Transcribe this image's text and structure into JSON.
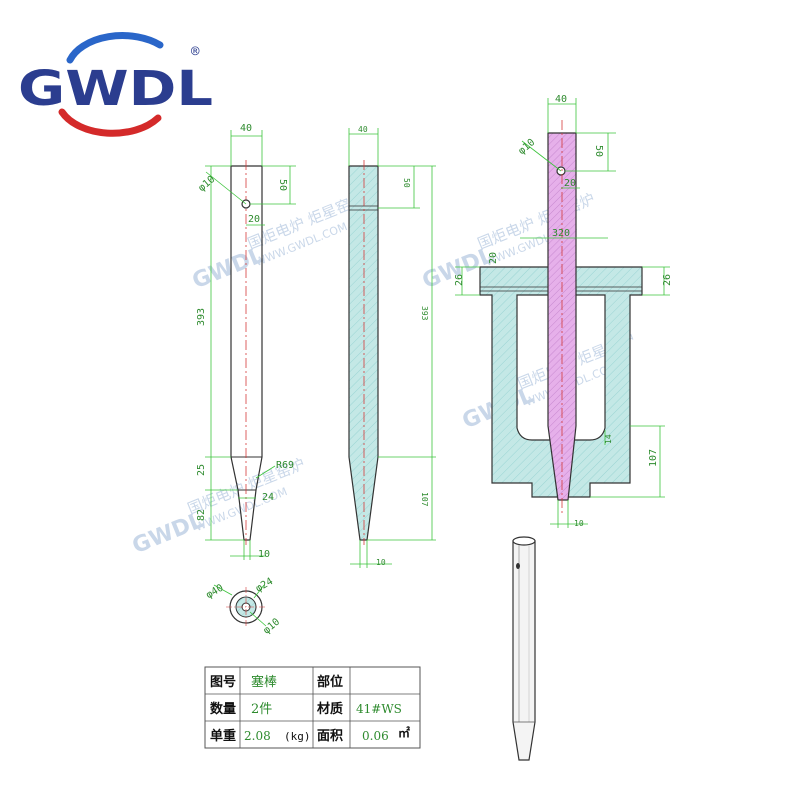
{
  "logo": {
    "text": "GWDL",
    "registered": "®",
    "colors": {
      "brand_blue": "#2b3d8f",
      "arc_red": "#d42a2a",
      "arc_blue": "#2a66c9"
    }
  },
  "watermark": {
    "company": "国炬电炉 炬星窑炉",
    "url": "WWW.GWDL.COM",
    "logo_text": "GWDL"
  },
  "dimensions_view1": {
    "width_top": "40",
    "hole_dia": "φ10",
    "hole_offset": "50",
    "hole_depth": "20",
    "length_main": "393",
    "taper_len": "25",
    "radius": "R69",
    "tip_len": "82",
    "mid_dia": "24",
    "tip_width": "10"
  },
  "dimensions_view2": {
    "width_top": "40",
    "hole_offset": "50",
    "length_main": "393",
    "tip_len": "107",
    "tip_width": "10"
  },
  "dimensions_view3": {
    "width_top": "40",
    "hole_dia": "φ10",
    "hole_offset": "50",
    "hole_depth": "20",
    "span": "320",
    "flange_left": "26",
    "flange_left2": "20",
    "flange_right": "26",
    "inner_dim": "14",
    "bottom_height": "107",
    "tip_width": "10"
  },
  "section_view": {
    "outer_dia": "φ40",
    "mid_dia": "φ24",
    "inner_dia": "φ10"
  },
  "title_block": {
    "row1": {
      "k1": "图号",
      "v1": "塞棒",
      "k2": "部位",
      "v2": ""
    },
    "row2": {
      "k1": "数量",
      "v1": "2件",
      "k2": "材质",
      "v2": "41#WS"
    },
    "row3": {
      "k1": "单重",
      "v1": "2.08",
      "unit1": "(kg)",
      "k2": "面积",
      "v2": "0.06",
      "unit2": "㎡"
    }
  },
  "colors": {
    "dim_green": "#3cc43c",
    "outline": "#333333",
    "fill_cyan": "#bfe6e6",
    "fill_pink": "#e2a8e6",
    "center_red": "#d43a3a"
  }
}
